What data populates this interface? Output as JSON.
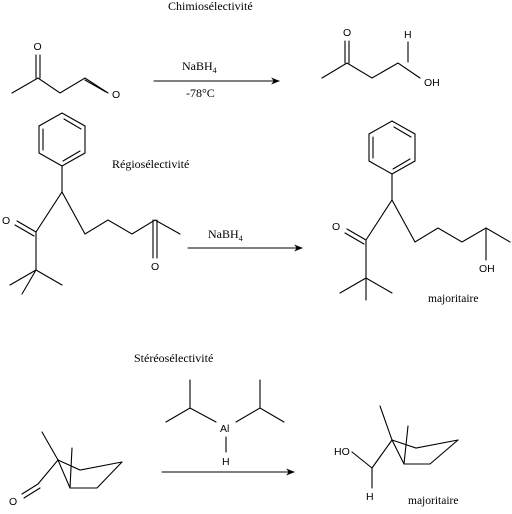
{
  "sections": [
    {
      "title": "Chimiosélectivité",
      "reagent": {
        "base": "NaBH",
        "subscript": "4"
      },
      "condition": "-78°C",
      "product_atoms": {
        "oxygen_ketone": "O",
        "hydrogen": "H",
        "hydroxyl": "OH"
      },
      "reactant_atoms": {
        "oxygen_ketone": "O",
        "oxygen_aldehyde": "O"
      }
    },
    {
      "title": "Régiosélectivité",
      "reagent": {
        "base": "NaBH",
        "subscript": "4"
      },
      "reactant_atoms": {
        "oxygen_left": "O",
        "oxygen_right": "O"
      },
      "product_atoms": {
        "oxygen_left": "O",
        "hydroxyl": "OH"
      },
      "product_note": "majoritaire"
    },
    {
      "title": "Stéréosélectivité",
      "reagent_atoms": {
        "aluminum": "Al",
        "hydrogen": "H"
      },
      "reactant_atoms": {
        "oxygen": "O"
      },
      "product_atoms": {
        "hydroxyl": "HO",
        "hydrogen": "H"
      },
      "product_note": "majoritaire"
    }
  ]
}
